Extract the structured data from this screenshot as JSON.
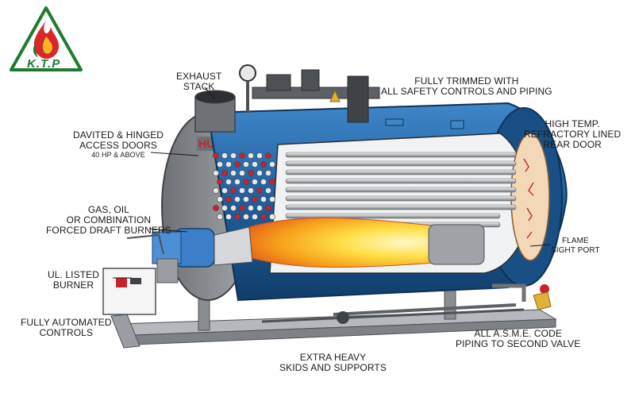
{
  "logo": {
    "text": "K.T.P",
    "colors": {
      "triangle": "#1f7a2e",
      "flame_outer": "#d8262a",
      "flame_inner": "#f6b826"
    }
  },
  "boiler": {
    "badge": "HURST"
  },
  "labels": {
    "exhaust_stack": [
      "EXHAUST",
      "STACK"
    ],
    "fully_trimmed": [
      "FULLY TRIMMED WITH",
      "ALL SAFETY CONTROLS AND PIPING"
    ],
    "high_temp": [
      "HIGH TEMP.",
      "REFRACTORY LINED",
      "REAR DOOR"
    ],
    "davited": [
      "DAVITED & HINGED",
      "ACCESS DOORS"
    ],
    "davited_sub": "40 HP & ABOVE",
    "burners": [
      "GAS, OIL",
      "OR COMBINATION",
      "FORCED DRAFT BURNERS"
    ],
    "ul_listed": [
      "UL. LISTED",
      "BURNER"
    ],
    "flame_sight": [
      "FLAME",
      "SIGHT PORT"
    ],
    "automated": [
      "FULLY AUTOMATED",
      "CONTROLS"
    ],
    "asme": [
      "ALL A.S.M.E. CODE",
      "PIPING TO SECOND VALVE"
    ],
    "skids": [
      "EXTRA HEAVY",
      "SKIDS AND SUPPORTS"
    ]
  },
  "colors": {
    "shell_blue": "#1f5f9e",
    "steel_gray": "#8a8d91",
    "dark_gray": "#4d5055",
    "flame": "#f7a21b"
  }
}
